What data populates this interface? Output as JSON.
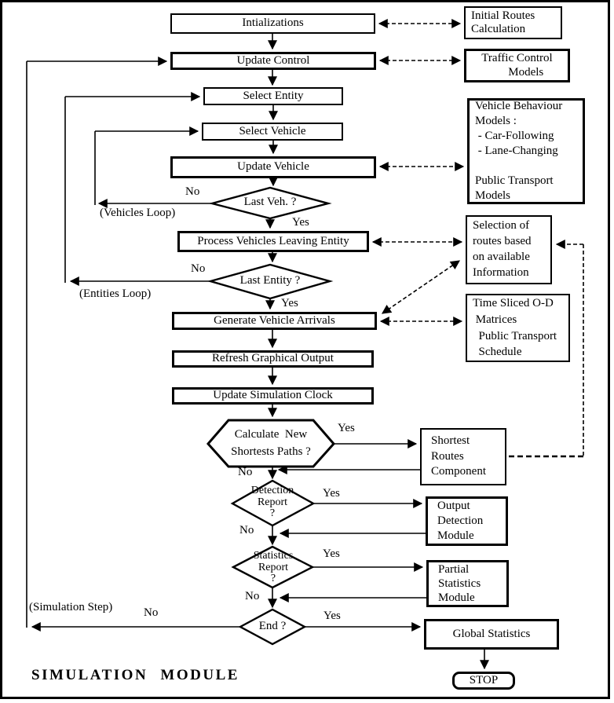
{
  "diagram_title": "SIMULATION  MODULE",
  "colors": {
    "line": "#000000",
    "background": "#ffffff"
  },
  "process_boxes": {
    "initializations": "Intializations",
    "update_control": "Update Control",
    "select_entity": "Select Entity",
    "select_vehicle": "Select Vehicle",
    "update_vehicle": "Update Vehicle",
    "process_vehicles_leaving_entity": "Process Vehicles Leaving Entity",
    "generate_vehicle_arrivals": "Generate Vehicle Arrivals",
    "refresh_graphical_output": "Refresh Graphical Output",
    "update_simulation_clock": "Update Simulation Clock",
    "global_statistics": "Global Statistics",
    "stop": "STOP"
  },
  "decisions": {
    "last_vehicle": "Last Veh. ?",
    "last_entity": "Last Entity ?",
    "calculate_new_shortest_paths": "Calculate  New\nShortests Paths ?",
    "detection_report": "Detection\nReport\n?",
    "statistics_report": "Statistics\nReport\n?",
    "end": "End ?"
  },
  "side_boxes": {
    "initial_routes_calculation": "Initial Routes\nCalculation",
    "traffic_control_models": "Traffic Control\n      Models",
    "vehicle_behaviour_models": "Vehicle Behaviour\nModels :\n - Car-Following\n - Lane-Changing\n\nPublic Transport\nModels",
    "selection_of_routes": "Selection of\nroutes based\non available\nInformation",
    "time_sliced_od": "Time Sliced O-D\n Matrices\n  Public Transport\n  Schedule",
    "shortest_routes_component": "Shortest\nRoutes\nComponent",
    "output_detection_module": "Output\nDetection\nModule",
    "partial_statistics_module": "Partial\nStatistics\nModule"
  },
  "edge_labels": {
    "last_vehicle_no": "No",
    "vehicles_loop": "(Vehicles Loop)",
    "last_vehicle_yes": "Yes",
    "last_entity_no": "No",
    "entities_loop": "(Entities Loop)",
    "last_entity_yes": "Yes",
    "calc_paths_yes": "Yes",
    "calc_paths_no": "No",
    "detection_yes": "Yes",
    "detection_no": "No",
    "statistics_yes": "Yes",
    "statistics_no": "No",
    "end_no": "No",
    "end_yes": "Yes",
    "simulation_step": "(Simulation Step)"
  }
}
